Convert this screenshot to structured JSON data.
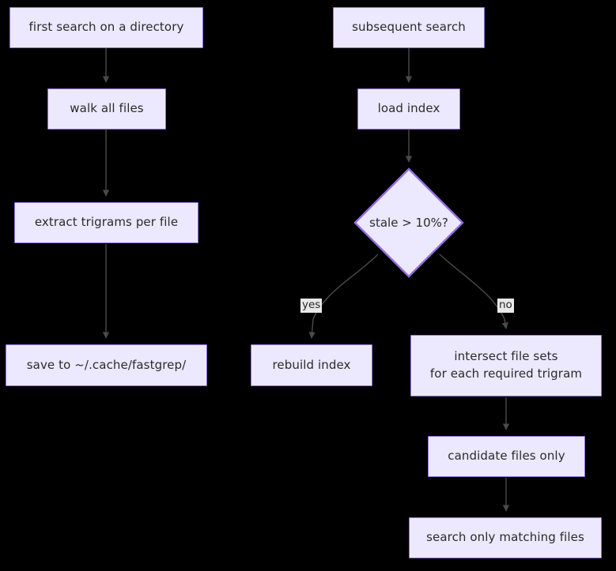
{
  "diagram": {
    "type": "flowchart",
    "direction": "top-down",
    "background_color": "#000000",
    "node_fill": "#ECE8FD",
    "node_border": "#9370DB",
    "edge_color": "#4a4a4a",
    "edge_label_bg": "#E8E8E8",
    "text_color": "#2b2b2b",
    "title": "",
    "nodes": [
      {
        "id": "first_search",
        "label": "first search on a directory",
        "shape": "rect"
      },
      {
        "id": "walk",
        "label": "walk all files",
        "shape": "rect"
      },
      {
        "id": "extract",
        "label": "extract trigrams per file",
        "shape": "rect"
      },
      {
        "id": "save",
        "label": "save to ~/.cache/fastgrep/",
        "shape": "rect"
      },
      {
        "id": "subsequent",
        "label": "subsequent search",
        "shape": "rect"
      },
      {
        "id": "load",
        "label": "load index",
        "shape": "rect"
      },
      {
        "id": "stale",
        "label": "stale > 10%?",
        "shape": "diamond"
      },
      {
        "id": "rebuild",
        "label": "rebuild index",
        "shape": "rect"
      },
      {
        "id": "intersect",
        "label": "intersect file sets\nfor each required trigram",
        "shape": "rect"
      },
      {
        "id": "candidate",
        "label": "candidate files only",
        "shape": "rect"
      },
      {
        "id": "search_only",
        "label": "search only matching files",
        "shape": "rect"
      }
    ],
    "edges": [
      {
        "from": "first_search",
        "to": "walk",
        "label": ""
      },
      {
        "from": "walk",
        "to": "extract",
        "label": ""
      },
      {
        "from": "extract",
        "to": "save",
        "label": ""
      },
      {
        "from": "subsequent",
        "to": "load",
        "label": ""
      },
      {
        "from": "load",
        "to": "stale",
        "label": ""
      },
      {
        "from": "stale",
        "to": "rebuild",
        "label": "yes"
      },
      {
        "from": "stale",
        "to": "intersect",
        "label": "no"
      },
      {
        "from": "intersect",
        "to": "candidate",
        "label": ""
      },
      {
        "from": "candidate",
        "to": "search_only",
        "label": ""
      }
    ],
    "edge_labels": {
      "yes": "yes",
      "no": "no"
    }
  }
}
